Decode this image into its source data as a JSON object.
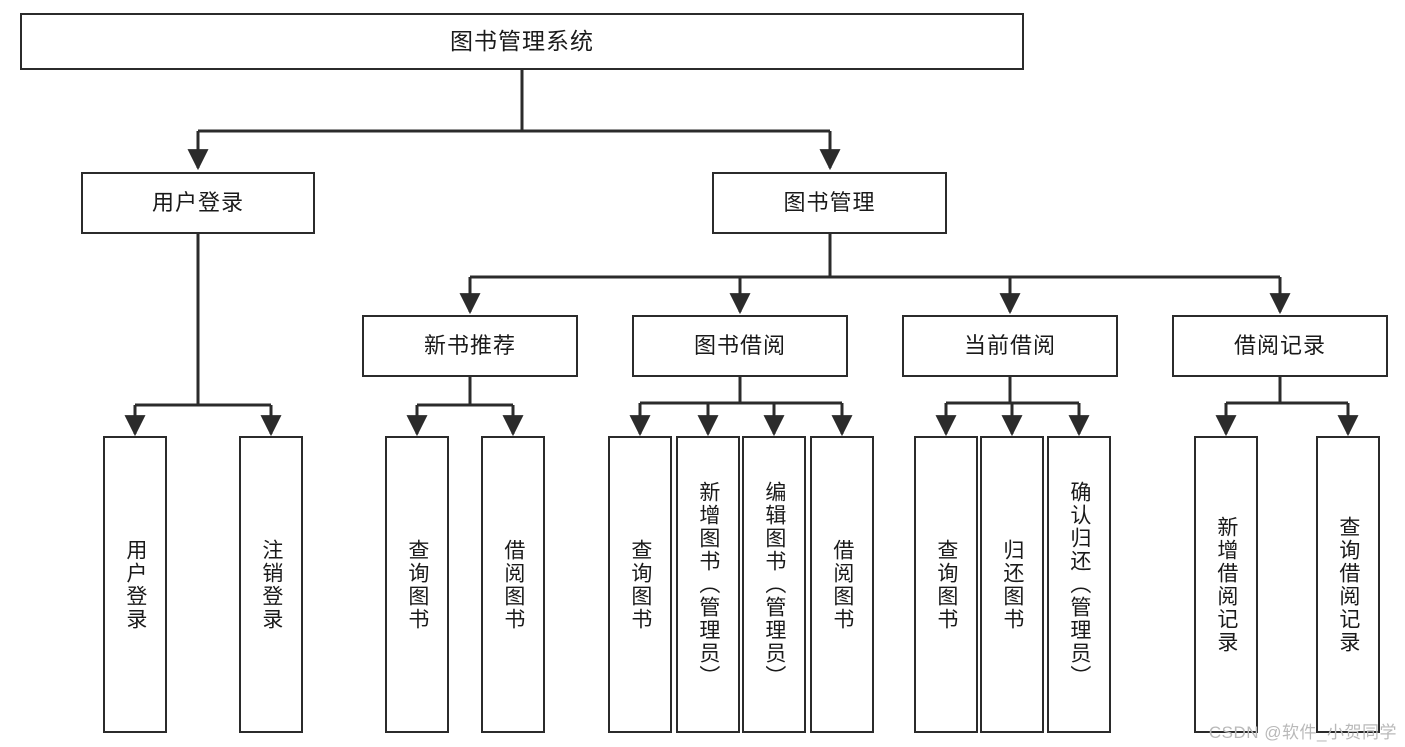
{
  "diagram": {
    "title": "图书管理系统",
    "type": "hierarchy-tree",
    "style": {
      "box_border_color": "#2b2b2b",
      "box_fill_color": "#ffffff",
      "connector_color": "#2b2b2b",
      "background_color": "#ffffff",
      "watermark_color": "#b9b9b9"
    },
    "levels": {
      "level1": [
        "图书管理系统"
      ],
      "level2": [
        "用户登录",
        "图书管理"
      ],
      "level3": [
        "新书推荐",
        "图书借阅",
        "当前借阅",
        "借阅记录"
      ],
      "level4": [
        "用户登录",
        "注销登录",
        "查询图书",
        "借阅图书",
        "查询图书",
        "新增图书（管理员）",
        "编辑图书（管理员）",
        "借阅图书",
        "查询图书",
        "归还图书",
        "确认归还（管理员）",
        "新增借阅记录",
        "查询借阅记录"
      ]
    },
    "nodes": {
      "root": {
        "label": "图书管理系统"
      },
      "user_login": {
        "label": "用户登录"
      },
      "book_manage": {
        "label": "图书管理"
      },
      "new_book_rec": {
        "label": "新书推荐"
      },
      "book_borrow": {
        "label": "图书借阅"
      },
      "current_borrow": {
        "label": "当前借阅"
      },
      "borrow_record": {
        "label": "借阅记录"
      },
      "leaf_user_login": {
        "label": "用户登录"
      },
      "leaf_logout": {
        "label": "注销登录"
      },
      "leaf_query_book_a": {
        "label": "查询图书"
      },
      "leaf_borrow_book_a": {
        "label": "借阅图书"
      },
      "leaf_query_book_b": {
        "label": "查询图书"
      },
      "leaf_add_book": {
        "label": "新增图书（管理员）"
      },
      "leaf_edit_book": {
        "label": "编辑图书（管理员）"
      },
      "leaf_borrow_book_b": {
        "label": "借阅图书"
      },
      "leaf_query_book_c": {
        "label": "查询图书"
      },
      "leaf_return_book": {
        "label": "归还图书"
      },
      "leaf_confirm_return": {
        "label": "确认归还（管理员）"
      },
      "leaf_add_record": {
        "label": "新增借阅记录"
      },
      "leaf_query_record": {
        "label": "查询借阅记录"
      }
    },
    "edges": [
      {
        "from": "root",
        "to": "user_login"
      },
      {
        "from": "root",
        "to": "book_manage"
      },
      {
        "from": "user_login",
        "to": "leaf_user_login"
      },
      {
        "from": "user_login",
        "to": "leaf_logout"
      },
      {
        "from": "book_manage",
        "to": "new_book_rec"
      },
      {
        "from": "book_manage",
        "to": "book_borrow"
      },
      {
        "from": "book_manage",
        "to": "current_borrow"
      },
      {
        "from": "book_manage",
        "to": "borrow_record"
      },
      {
        "from": "new_book_rec",
        "to": "leaf_query_book_a"
      },
      {
        "from": "new_book_rec",
        "to": "leaf_borrow_book_a"
      },
      {
        "from": "book_borrow",
        "to": "leaf_query_book_b"
      },
      {
        "from": "book_borrow",
        "to": "leaf_add_book"
      },
      {
        "from": "book_borrow",
        "to": "leaf_edit_book"
      },
      {
        "from": "book_borrow",
        "to": "leaf_borrow_book_b"
      },
      {
        "from": "current_borrow",
        "to": "leaf_query_book_c"
      },
      {
        "from": "current_borrow",
        "to": "leaf_return_book"
      },
      {
        "from": "current_borrow",
        "to": "leaf_confirm_return"
      },
      {
        "from": "borrow_record",
        "to": "leaf_add_record"
      },
      {
        "from": "borrow_record",
        "to": "leaf_query_record"
      }
    ]
  },
  "watermark": {
    "text": "CSDN @软件_小贺同学"
  }
}
